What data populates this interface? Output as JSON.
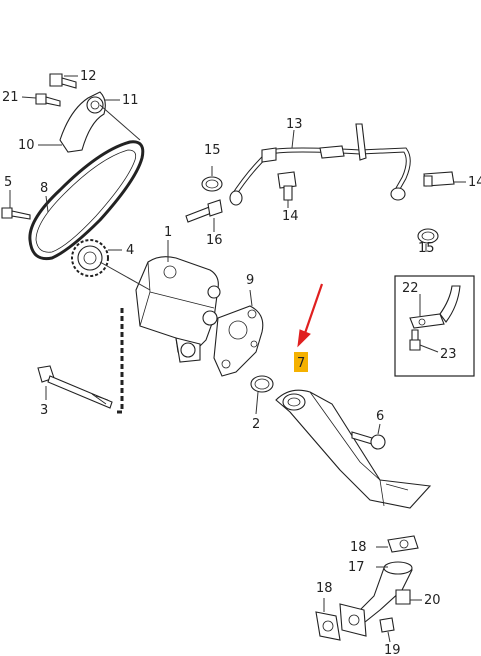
{
  "diagram": {
    "labels": {
      "p1": "1",
      "p2": "2",
      "p3": "3",
      "p4": "4",
      "p5": "5",
      "p6": "6",
      "p7": "7",
      "p8": "8",
      "p9": "9",
      "p10": "10",
      "p11": "11",
      "p12": "12",
      "p13": "13",
      "p14a": "14",
      "p14b": "14",
      "p15a": "15",
      "p15b": "15",
      "p16": "16",
      "p17": "17",
      "p18a": "18",
      "p18b": "18",
      "p19": "19",
      "p20": "20",
      "p21": "21",
      "p22": "22",
      "p23": "23"
    },
    "highlight_color": "#f5b100",
    "arrow_color": "#e02020"
  }
}
